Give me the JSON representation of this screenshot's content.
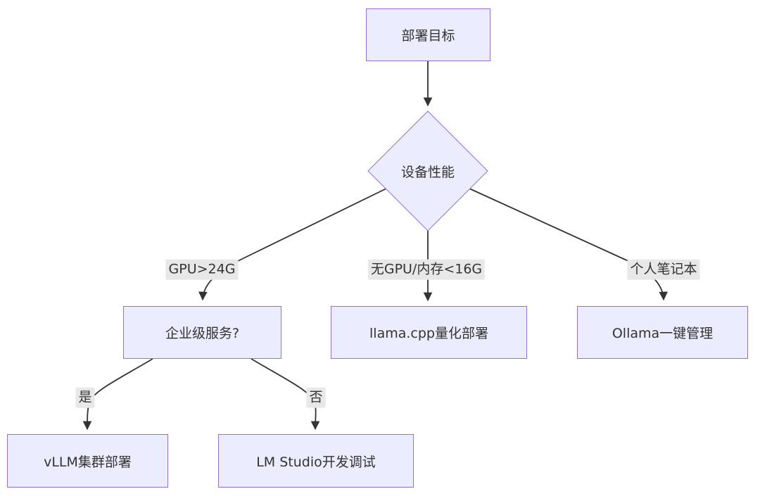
{
  "diagram": {
    "type": "flowchart",
    "nodes": {
      "deploy_goal": "部署目标",
      "device_perf": "设备性能",
      "enterprise_service": "企业级服务?",
      "llama_cpp": "llama.cpp量化部署",
      "ollama": "Ollama一键管理",
      "vllm": "vLLM集群部署",
      "lm_studio": "LM Studio开发调试"
    },
    "edge_labels": {
      "gpu_24g": "GPU>24G",
      "no_gpu_mem_16g": "无GPU/内存<16G",
      "laptop": "个人笔记本",
      "yes": "是",
      "no": "否"
    },
    "colors": {
      "node_fill": "#ECECFF",
      "node_border": "#9370DB",
      "edge_line": "#333333",
      "edge_label_bg": "#E8E8E8",
      "text": "#333333",
      "background": "#FFFFFF"
    }
  }
}
